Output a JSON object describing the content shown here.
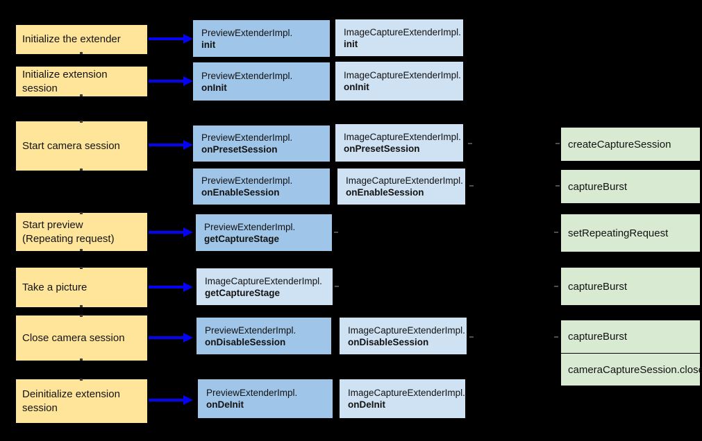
{
  "colors": {
    "background": "#000000",
    "step_fill": "#ffe599",
    "preview_extender_fill": "#9fc5e8",
    "image_capture_extender_fill": "#cfe2f3",
    "camera2_fill": "#d9ead3",
    "arrow": "#0404f2",
    "text": "#121212"
  },
  "steps": [
    {
      "label": "Initialize the extender"
    },
    {
      "label": "Initialize extension\nsession"
    },
    {
      "label": "Start camera session"
    },
    {
      "label": "Start preview\n(Repeating request)"
    },
    {
      "label": "Take a picture"
    },
    {
      "label": "Close camera session"
    },
    {
      "label": "Deinitialize extension\nsession"
    }
  ],
  "methods": [
    {
      "line1": "PreviewExtenderImpl.",
      "line2": "init"
    },
    {
      "line1": "ImageCaptureExtenderImpl.",
      "line2": "init"
    },
    {
      "line1": "PreviewExtenderImpl.",
      "line2": "onInit"
    },
    {
      "line1": "ImageCaptureExtenderImpl.",
      "line2": "onInit"
    },
    {
      "line1": "PreviewExtenderImpl.",
      "line2": "onPresetSession"
    },
    {
      "line1": "ImageCaptureExtenderImpl.",
      "line2": "onPresetSession"
    },
    {
      "line1": "PreviewExtenderImpl.",
      "line2": "onEnableSession"
    },
    {
      "line1": "ImageCaptureExtenderImpl.",
      "line2": "onEnableSession"
    },
    {
      "line1": "PreviewExtenderImpl.",
      "line2": "getCaptureStage"
    },
    {
      "line1": "ImageCaptureExtenderImpl.",
      "line2": "getCaptureStage"
    },
    {
      "line1": "PreviewExtenderImpl.",
      "line2": "onDisableSession"
    },
    {
      "line1": "ImageCaptureExtenderImpl.",
      "line2": "onDisableSession"
    },
    {
      "line1": "PreviewExtenderImpl.",
      "line2": "onDeInit"
    },
    {
      "line1": "ImageCaptureExtenderImpl.",
      "line2": "onDeInit"
    }
  ],
  "camera2_calls": [
    {
      "label": "createCaptureSession"
    },
    {
      "label": "captureBurst"
    },
    {
      "label": "setRepeatingRequest"
    },
    {
      "label": "captureBurst"
    },
    {
      "label": "captureBurst"
    },
    {
      "label": "cameraCaptureSession.close"
    }
  ]
}
